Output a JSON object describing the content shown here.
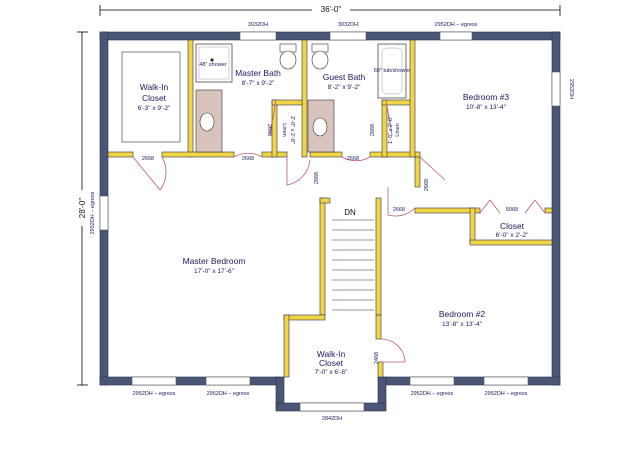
{
  "overall": {
    "width": "36'-0\"",
    "depth": "28'-0\""
  },
  "windows": {
    "top_left": "3032DH",
    "top_mid": "3032DH",
    "top_right": "2952DH – egress",
    "right_side": "2952DH",
    "left_side": "2952DH – egress",
    "bottom_1": "2952DH – egress",
    "bottom_2": "2952DH – egress",
    "bottom_3": "2952DH – egress",
    "bottom_4": "2952DH – egress",
    "bottom_bay": "2842DH"
  },
  "rooms": {
    "walkin_closet_1": {
      "name": "Walk-In",
      "name2": "Closet",
      "dims": "6'-3\" x 9'-2\""
    },
    "master_bath": {
      "name": "Master Bath",
      "dims": "8'-7\" x 9'-2\""
    },
    "guest_bath": {
      "name": "Guest Bath",
      "dims": "8'-2\" x 9'-2\""
    },
    "bedroom3": {
      "name": "Bedroom #3",
      "dims": "10'-8\" x 13'-4\""
    },
    "master_bedroom": {
      "name": "Master Bedroom",
      "dims": "17'-0\" x 17'-6\""
    },
    "bedroom2": {
      "name": "Bedroom #2",
      "dims": "13'-8\" x 13'-4\""
    },
    "closet": {
      "name": "Closet",
      "dims": "6'-0\" x 2'-2\""
    },
    "walkin_closet_2": {
      "name": "Walk-In",
      "name2": "Closet",
      "dims": "7'-0\" x 6'-6\""
    }
  },
  "fixtures": {
    "shower": "48\" shower",
    "tub_shower": "60\" tub/shower",
    "linen": "Linen"
  },
  "doors": {
    "d1": "2668",
    "d2": "2668",
    "d3": "2668",
    "d4": "2668",
    "d5": "2668",
    "d6": "2668",
    "d7": "2668",
    "d8": "2668",
    "d9": "2468",
    "d10": "5068"
  },
  "linen_dims": {
    "l1": "2'-0\" x 2'-8\"",
    "l2": "1'-5\" x 2'-0\""
  },
  "stairs": "DN"
}
